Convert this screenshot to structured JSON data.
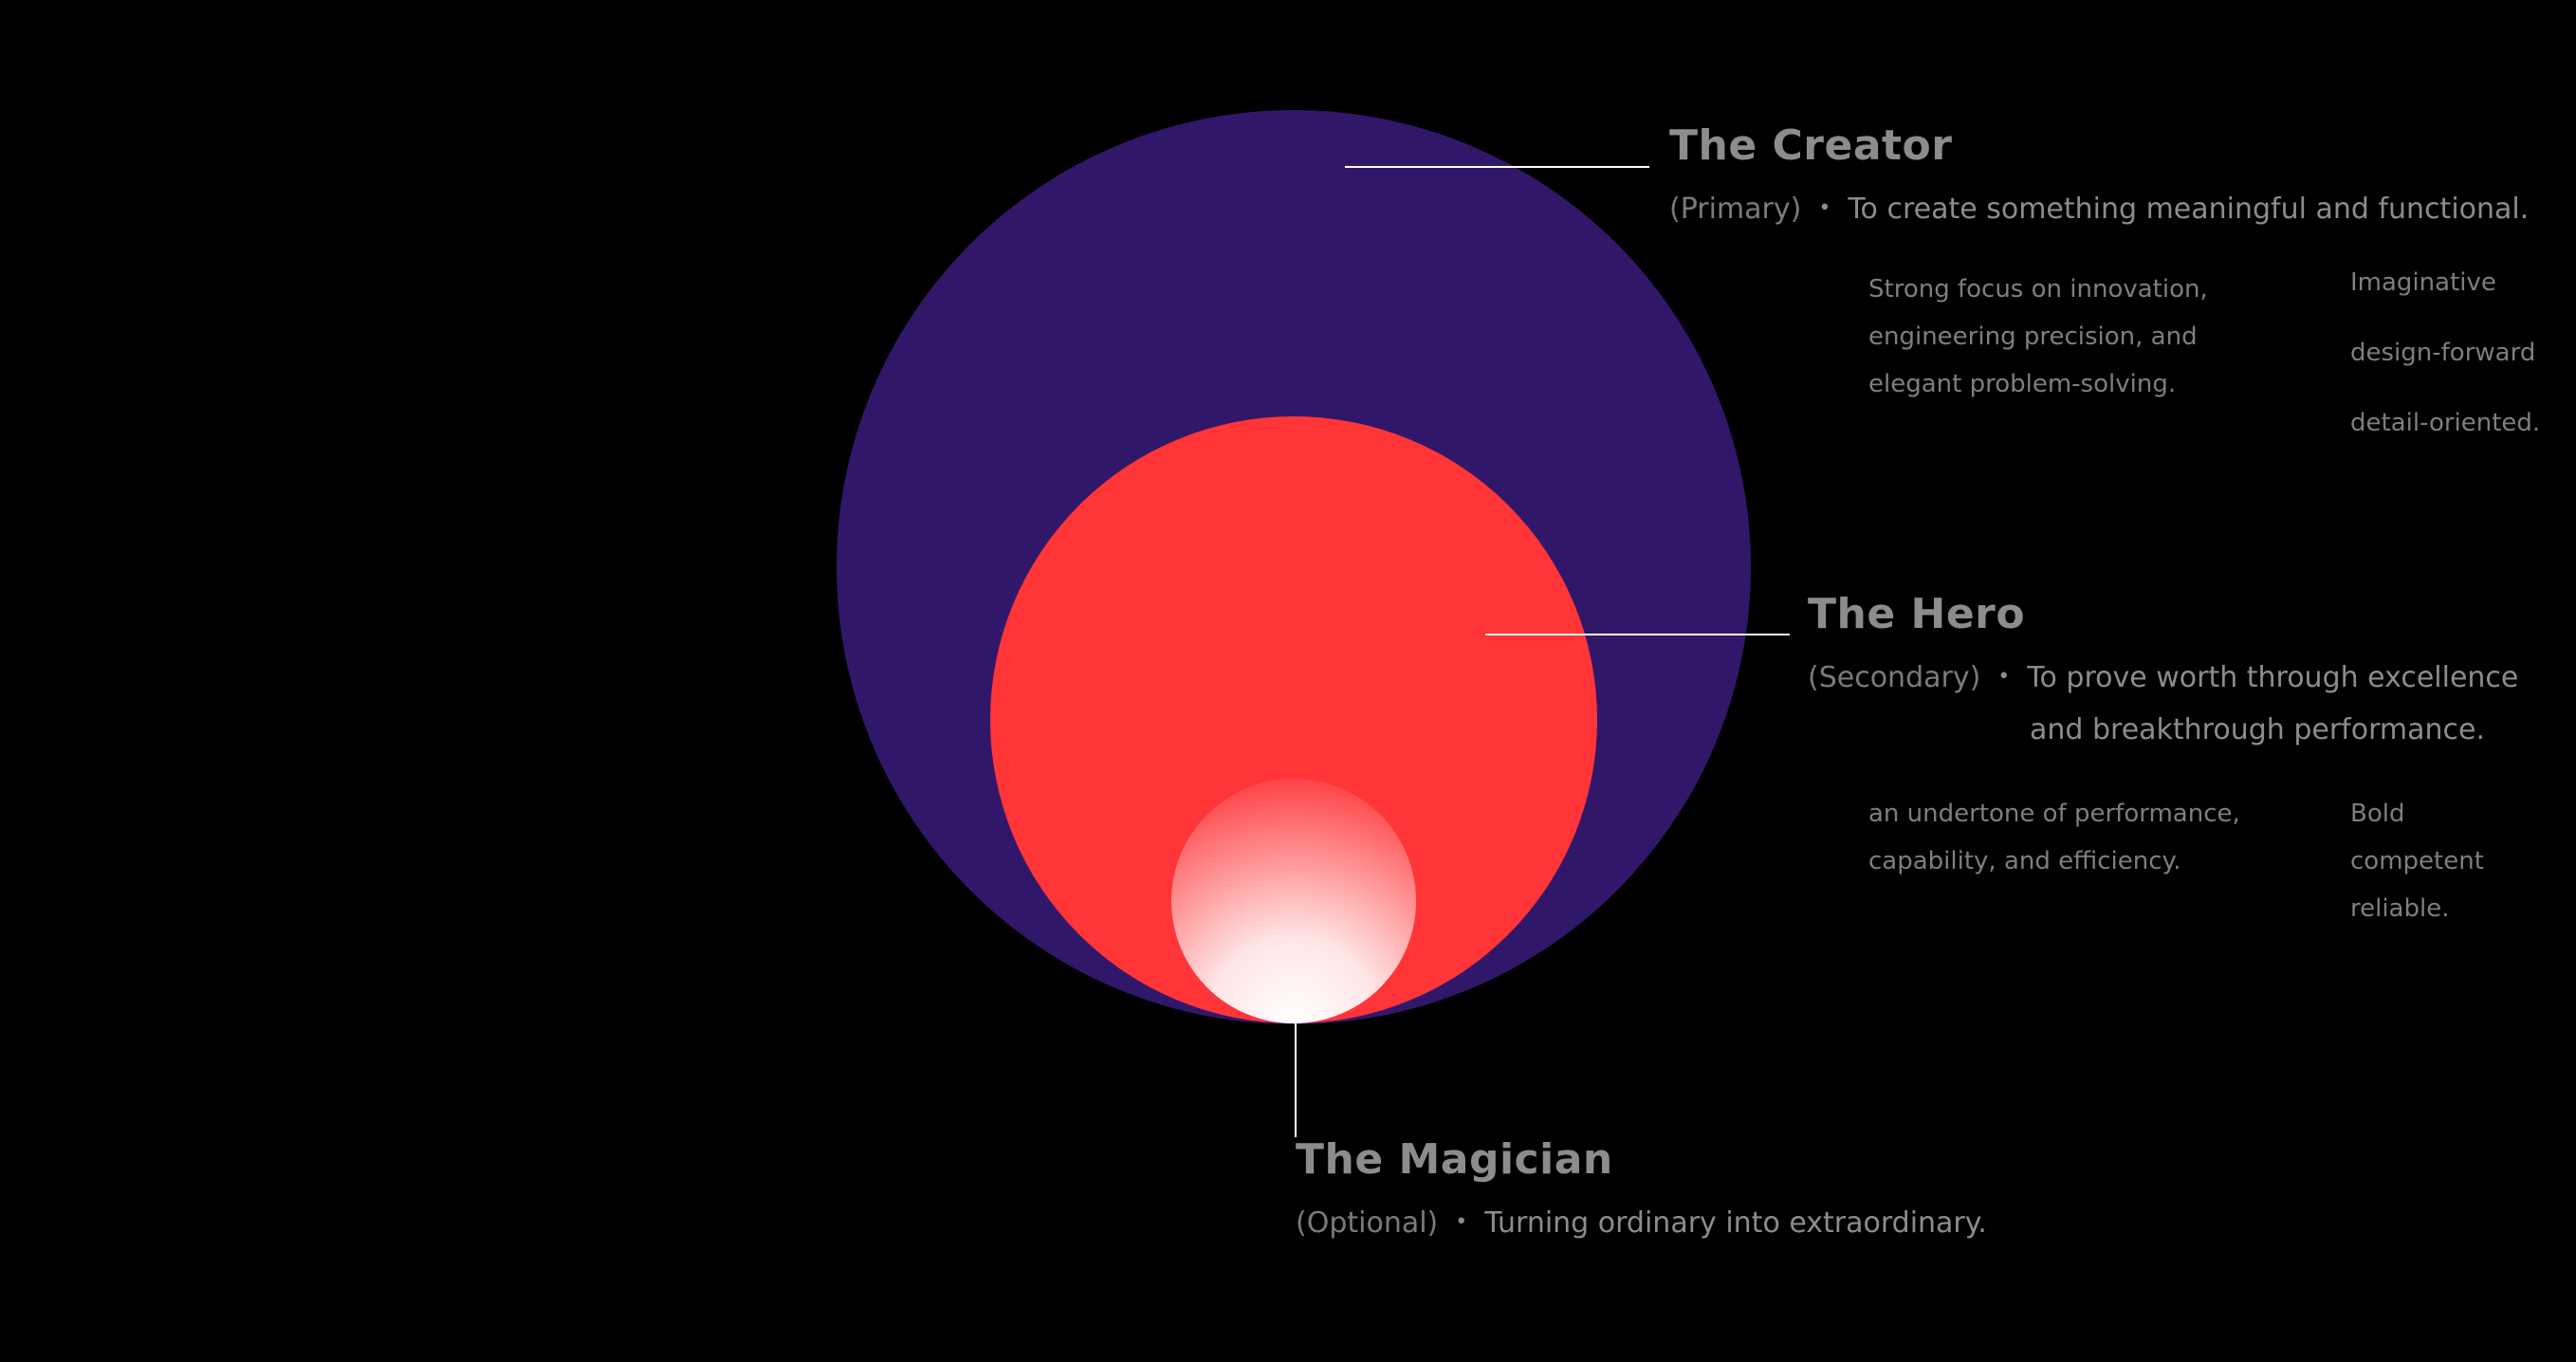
{
  "colors": {
    "background": "#000000",
    "creator_circle": "#31176a",
    "hero_circle": "#ff3538",
    "magician_inner": "#ffffff",
    "magician_outer": "#ff4d4f",
    "connector": "#ffffff",
    "text": "#8c8c8c"
  },
  "creator": {
    "title": "The Creator",
    "role": "(Primary)",
    "bullet": "•",
    "goal": "To create something meaningful and functional.",
    "description": [
      "Strong focus on innovation,",
      "engineering precision, and",
      "elegant problem-solving."
    ],
    "traits": [
      "Imaginative",
      "design-forward",
      "detail-oriented."
    ]
  },
  "hero": {
    "title": "The Hero",
    "role": "(Secondary)",
    "bullet": "•",
    "goal": [
      "To prove worth through excellence",
      "and breakthrough performance."
    ],
    "description": [
      "an undertone of performance,",
      "capability, and efficiency."
    ],
    "traits": [
      "Bold",
      "competent",
      "reliable."
    ]
  },
  "magician": {
    "title": "The Magician",
    "role": "(Optional)",
    "bullet": "•",
    "goal": "Turning ordinary into extraordinary."
  }
}
